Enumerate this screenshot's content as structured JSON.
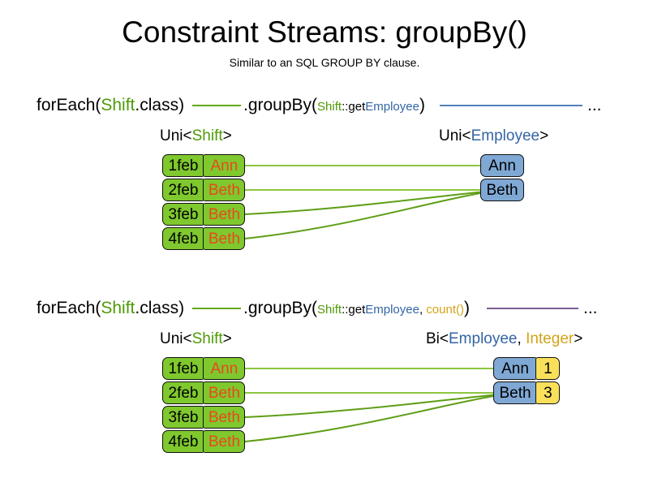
{
  "header": {
    "title": "Constraint Streams: groupBy()",
    "subtitle": "Similar to an SQL GROUP BY clause."
  },
  "colors": {
    "shift_green": "#7FC82E",
    "employee_blue": "#7FA8D4",
    "count_gold": "#FAE05A",
    "text_orange": "#E8491D",
    "token_green": "#4E9A06",
    "token_blue": "#3465A4",
    "token_gold": "#D3A318",
    "line_green": "#62A80F",
    "line_blue": "#5580B8",
    "line_purple": "#7B5F94"
  },
  "sections": [
    {
      "id": "groupby-basic",
      "pipeline": {
        "for_each_prefix": "forEach(",
        "for_each_type": "Shift",
        "for_each_suffix": ".class)",
        "group_by_prefix": ".groupBy(",
        "mapper_type": "Shift",
        "mapper_sep": "::get",
        "mapper_prop": "Employee",
        "group_by_suffix": ")",
        "ellipsis": "..."
      },
      "left": {
        "type_label_prefix": "Uni<",
        "type_label_generic": "Shift",
        "type_label_suffix": ">",
        "rows": [
          {
            "date": "1feb",
            "employee": "Ann"
          },
          {
            "date": "2feb",
            "employee": "Beth"
          },
          {
            "date": "3feb",
            "employee": "Beth"
          },
          {
            "date": "4feb",
            "employee": "Beth"
          }
        ]
      },
      "right": {
        "type_label_prefix": "Uni<",
        "type_label_generic": "Employee",
        "type_label_suffix": ">",
        "rows": [
          {
            "employee": "Ann"
          },
          {
            "employee": "Beth"
          }
        ]
      }
    },
    {
      "id": "groupby-count",
      "pipeline": {
        "for_each_prefix": "forEach(",
        "for_each_type": "Shift",
        "for_each_suffix": ".class)",
        "group_by_prefix": ".groupBy(",
        "mapper_type": "Shift",
        "mapper_sep": "::get",
        "mapper_prop": "Employee",
        "mapper_comma": ", ",
        "collector": "count()",
        "group_by_suffix": ")",
        "ellipsis": "..."
      },
      "left": {
        "type_label_prefix": "Uni<",
        "type_label_generic": "Shift",
        "type_label_suffix": ">",
        "rows": [
          {
            "date": "1feb",
            "employee": "Ann"
          },
          {
            "date": "2feb",
            "employee": "Beth"
          },
          {
            "date": "3feb",
            "employee": "Beth"
          },
          {
            "date": "4feb",
            "employee": "Beth"
          }
        ]
      },
      "right": {
        "type_label_prefix": "Bi<",
        "type_label_generic": "Employee",
        "type_label_sep": ", ",
        "type_label_generic2": "Integer",
        "type_label_suffix": ">",
        "rows": [
          {
            "employee": "Ann",
            "count": "1"
          },
          {
            "employee": "Beth",
            "count": "3"
          }
        ]
      }
    }
  ]
}
